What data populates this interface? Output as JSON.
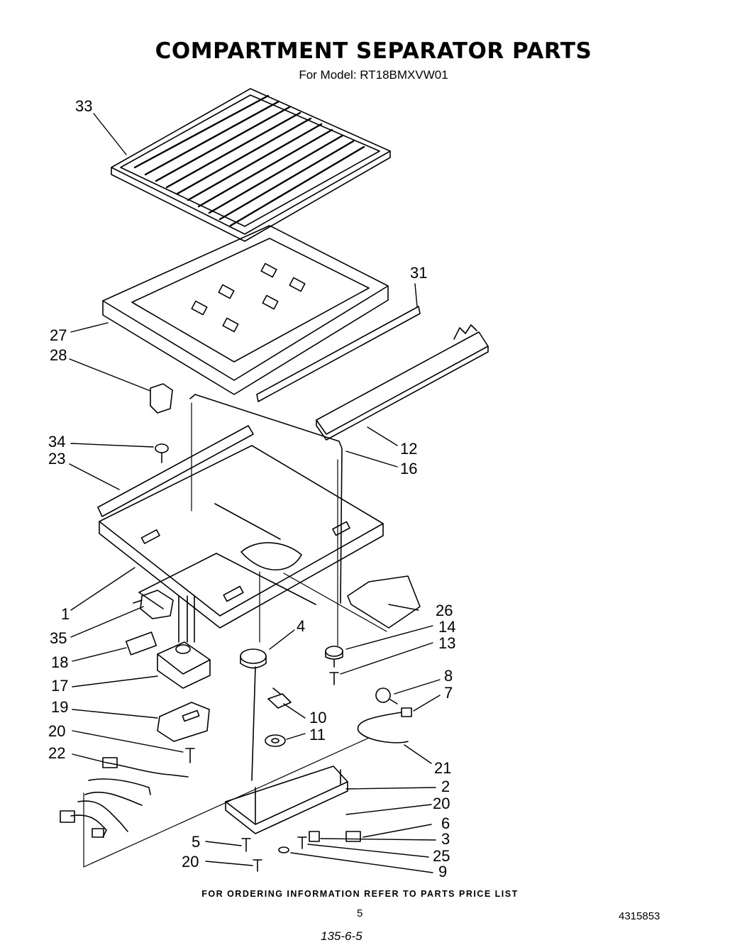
{
  "title": "COMPARTMENT SEPARATOR PARTS",
  "subtitle": "For Model: RT18BMXVW01",
  "callouts": [
    "33",
    "31",
    "27",
    "28",
    "34",
    "23",
    "12",
    "16",
    "1",
    "35",
    "18",
    "17",
    "19",
    "20",
    "22",
    "4",
    "14",
    "13",
    "26",
    "8",
    "7",
    "10",
    "11",
    "21",
    "2",
    "20",
    "6",
    "3",
    "25",
    "9",
    "5",
    "20"
  ],
  "footer": "FOR ORDERING INFORMATION REFER TO PARTS PRICE LIST",
  "page_number": "5",
  "doc_number": "4315853",
  "handwritten_note": "135-6-5"
}
